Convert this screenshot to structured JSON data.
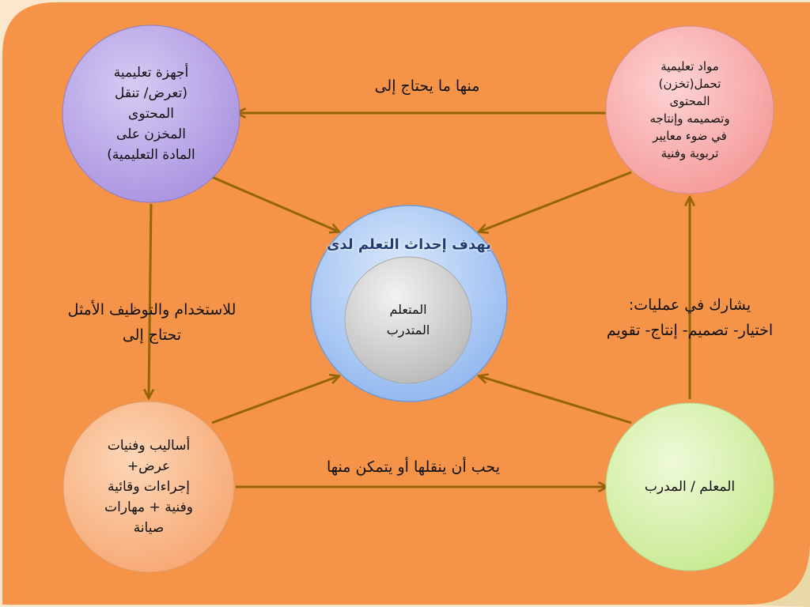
{
  "colors": {
    "page_bg": "#fbe7cc",
    "slide_bg": "#f59449",
    "arrow": "#946405",
    "node_top_left": "#b8a6e4",
    "node_top_right": "#f8b0b0",
    "node_bottom_left": "#f9be8e",
    "node_bottom_right": "#d8f2b2",
    "center_outer": "#a4c6f4",
    "center_inner": "#c8c8c8",
    "center_title": "#1f3b72"
  },
  "nodes": {
    "top_left": "أجهزة تعليمية\n(تعرض/ تنقل\nالمحتوى\nالمخزن على\nالمادة التعليمية)",
    "top_right": "مواد تعليمية\nتحمل(تخزن)\nالمحتوى\nوتصميمه وإنتاجه\nفي ضوء معايير\nتربوية وفنية",
    "bottom_left": "أساليب وفنيات\nعرض+\nإجراءات وقائية\nوفنية + مهارات\nصيانة",
    "bottom_right": "المعلم / المدرب",
    "center_title": "يهدف إحداث التعلم لدى",
    "center_inner": "المتعلم\nالمتدرب"
  },
  "edge_labels": {
    "top": "منها ما يحتاج إلى",
    "bottom": "يحب أن ينقلها أو يتمكن منها",
    "left": "للاستخدام والتوظيف الأمثل\nتحتاج إلى",
    "right": "يشارك في عمليات:\nاختيار- تصميم- إنتاج- تقويم"
  }
}
